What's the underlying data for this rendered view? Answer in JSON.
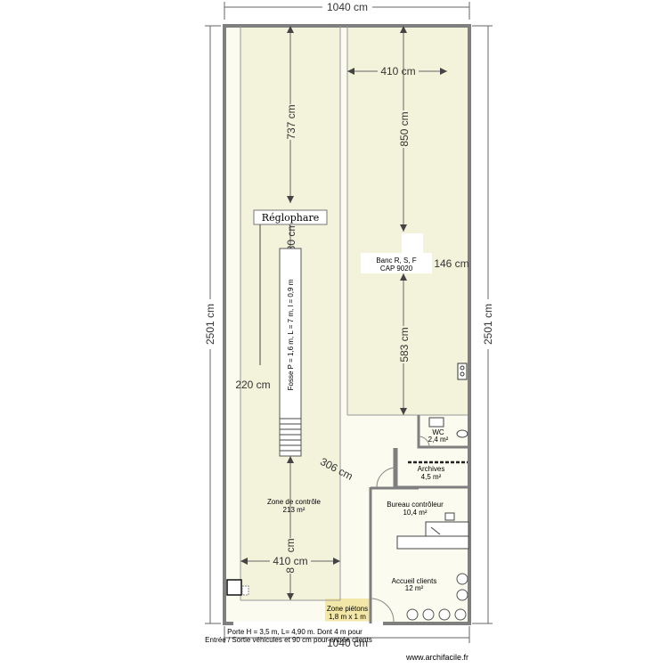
{
  "dimensions": {
    "top_width": "1040 cm",
    "bottom_width": "1040 cm",
    "left_height": "2501 cm",
    "right_height": "2501 cm",
    "bay_length_left": "737 cm",
    "bay_width_right": "410 cm",
    "bay_length_right": "850 cm",
    "gap_80": "80 cm",
    "bench_depth": "146 cm",
    "bench_to_end": "583 cm",
    "pit_offset": "220 cm",
    "diagonal": "306 cm",
    "lower_length": "894 cm",
    "lower_width": "410 cm"
  },
  "labels": {
    "regloscope": "Réglophare",
    "pit": "Fosse P = 1,6 m, L = 7 m, l = 0,9 m",
    "bench_line1": "Banc R, S, F",
    "bench_line2": "CAP 9020",
    "control_zone": "Zone de contrôle",
    "control_zone_area": "213 m²",
    "wc": "WC",
    "wc_area": "2,4 m²",
    "archives": "Archives",
    "archives_area": "4,5 m²",
    "office": "Bureau contrôleur",
    "office_area": "10,4 m²",
    "reception": "Accueil clients",
    "reception_area": "12 m²",
    "pedestrian_zone": "Zone piétons",
    "pedestrian_size": "1,8 m x 1 m",
    "door_note_line1": "Porte H = 3,5 m, L= 4,90 m. Dont 4 m pour",
    "door_note_line2": "Entrée / Sortie véhicules et 90 cm pour entrée clients"
  },
  "watermark": "www.archifacile.fr",
  "colors": {
    "floor_left": "#f7f7e2",
    "floor_right": "#f3f3dc",
    "wall": "#7f7f7f",
    "pedestrian_zone": "#f2e7a6"
  }
}
